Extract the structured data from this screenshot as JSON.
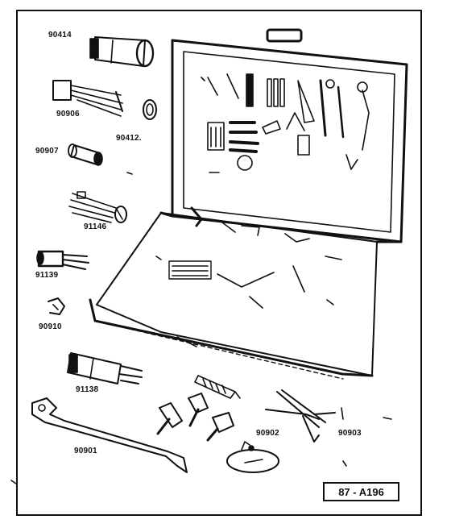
{
  "figure": {
    "reference_code": "87 - A196",
    "part_numbers": [
      {
        "id": "90414",
        "label": "90414"
      },
      {
        "id": "90906",
        "label": "90906"
      },
      {
        "id": "90412",
        "label": "90412."
      },
      {
        "id": "90907",
        "label": "90907"
      },
      {
        "id": "91146",
        "label": "91146"
      },
      {
        "id": "91139",
        "label": "91139"
      },
      {
        "id": "90910",
        "label": "90910"
      },
      {
        "id": "91138",
        "label": "91138"
      },
      {
        "id": "90901",
        "label": "90901"
      },
      {
        "id": "90902",
        "label": "90902"
      },
      {
        "id": "90903",
        "label": "90903"
      }
    ]
  }
}
